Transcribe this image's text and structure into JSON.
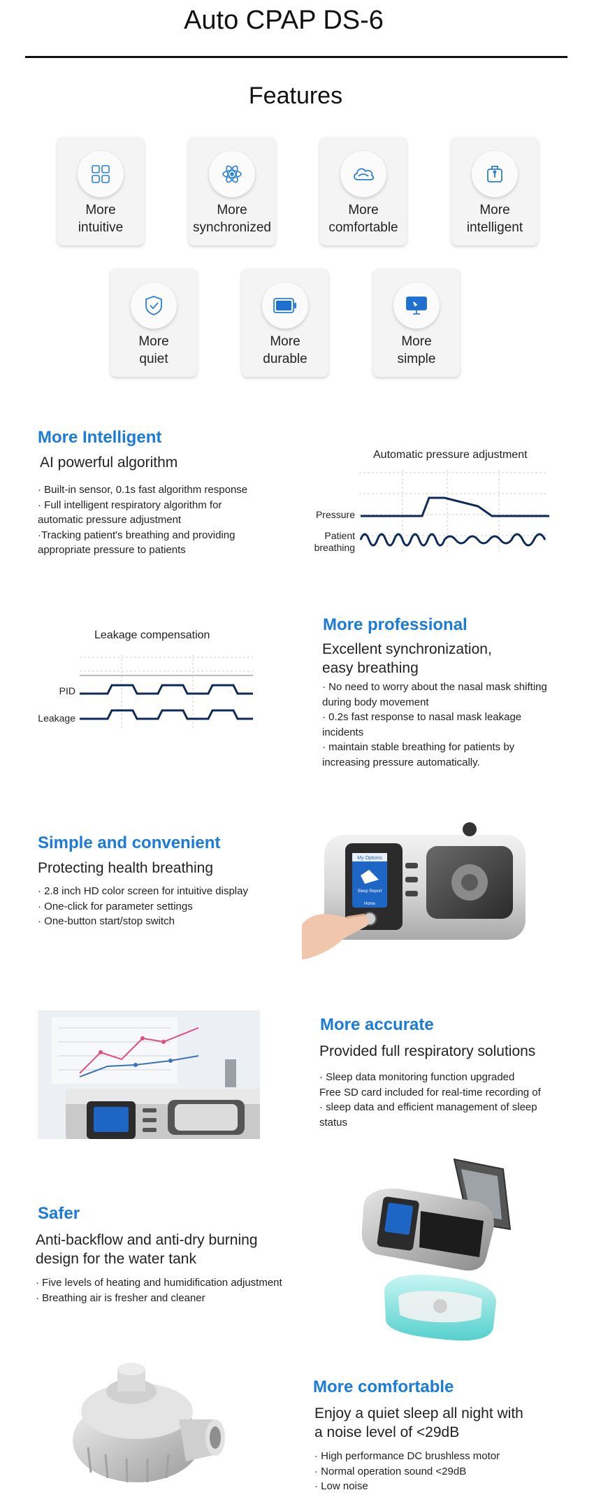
{
  "header": {
    "title": "Auto CPAP DS-6"
  },
  "features": {
    "title": "Features",
    "items": [
      {
        "line1": "More",
        "line2": "intuitive",
        "icon": "grid-icon"
      },
      {
        "line1": "More",
        "line2": "synchronized",
        "icon": "atom-icon"
      },
      {
        "line1": "More",
        "line2": "comfortable",
        "icon": "cloud-icon"
      },
      {
        "line1": "More",
        "line2": "intelligent",
        "icon": "device-icon"
      },
      {
        "line1": "More",
        "line2": "quiet",
        "icon": "shield-check-icon"
      },
      {
        "line1": "More",
        "line2": "durable",
        "icon": "battery-icon"
      },
      {
        "line1": "More",
        "line2": "simple",
        "icon": "monitor-icon"
      }
    ]
  },
  "sections": {
    "intelligent": {
      "heading": "More Intelligent",
      "subheading": "AI powerful algorithm",
      "bullets": [
        "· Built-in sensor, 0.1s fast algorithm response",
        "· Full intelligent respiratory algorithm for automatic pressure adjustment",
        "·Tracking patient's breathing and providing appropriate pressure to patients"
      ],
      "diagram": {
        "title": "Automatic pressure adjustment",
        "label_pressure": "Pressure",
        "label_patient_line1": "Patient",
        "label_patient_line2": "breathing"
      }
    },
    "professional": {
      "heading": "More professional",
      "subheading_line1": "Excellent synchronization,",
      "subheading_line2": "easy breathing",
      "bullets": [
        "· No need to worry about the nasal mask shifting during body movement",
        "· 0.2s fast response to nasal mask leakage incidents",
        "· maintain stable breathing for patients by increasing pressure automatically."
      ],
      "diagram": {
        "title": "Leakage compensation",
        "label_pid": "PID",
        "label_leakage": "Leakage"
      }
    },
    "simple": {
      "heading": "Simple and convenient",
      "subheading": "Protecting health breathing",
      "bullets": [
        "· 2.8 inch HD color screen for intuitive display",
        "· One-click for parameter settings",
        "· One-button start/stop switch"
      ],
      "screen_line1": "My Options",
      "screen_line2": "Sleep Report",
      "screen_line3": "Home"
    },
    "accurate": {
      "heading": "More accurate",
      "subheading": "Provided full respiratory solutions",
      "bullets": [
        "· Sleep data monitoring function upgraded",
        "Free SD card included for real-time recording of",
        "· sleep data and efficient management of sleep status"
      ]
    },
    "safer": {
      "heading": "Safer",
      "subheading_line1": "Anti-backflow and anti-dry burning",
      "subheading_line2": "design for the water tank",
      "bullets": [
        "· Five levels of heating and humidification adjustment",
        "· Breathing air is fresher and cleaner"
      ]
    },
    "comfortable": {
      "heading": "More comfortable",
      "subheading_line1": "Enjoy a quiet sleep all night with",
      "subheading_line2": "a noise level of <29dB",
      "bullets": [
        "· High performance DC brushless motor",
        "· Normal operation sound <29dB",
        "· Low noise"
      ]
    }
  },
  "colors": {
    "accent_blue": "#1a7bd9",
    "wave_navy": "#0f2a5a",
    "icon_blue": "#2a7fd8"
  }
}
